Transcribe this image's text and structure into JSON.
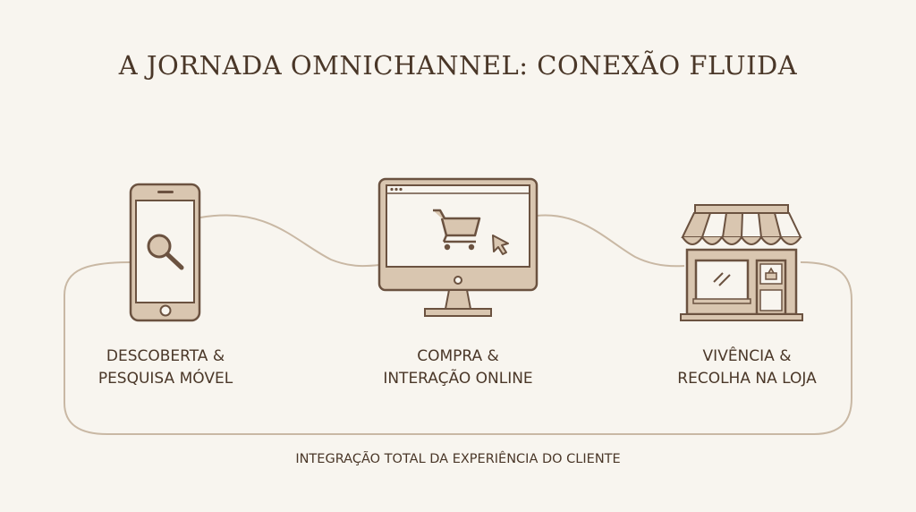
{
  "title": "A JORNADA OMNICHANNEL: CONEXÃO FLUIDA",
  "steps": [
    {
      "icon": "smartphone-search-icon",
      "line1": "DESCOBERTA &",
      "line2": "PESQUISA MÓVEL"
    },
    {
      "icon": "monitor-cart-icon",
      "line1": "COMPRA &",
      "line2": "INTERAÇÃO ONLINE"
    },
    {
      "icon": "storefront-icon",
      "line1": "VIVÊNCIA &",
      "line2": "RECOLHA NA LOJA"
    }
  ],
  "footer": "INTEGRAÇÃO TOTAL DA EXPERIÊNCIA DO CLIENTE",
  "colors": {
    "background": "#f8f5ef",
    "ink": "#6b5240",
    "fill": "#d9c6b0",
    "screen": "#f8f5ef",
    "line": "#c9b8a4"
  }
}
